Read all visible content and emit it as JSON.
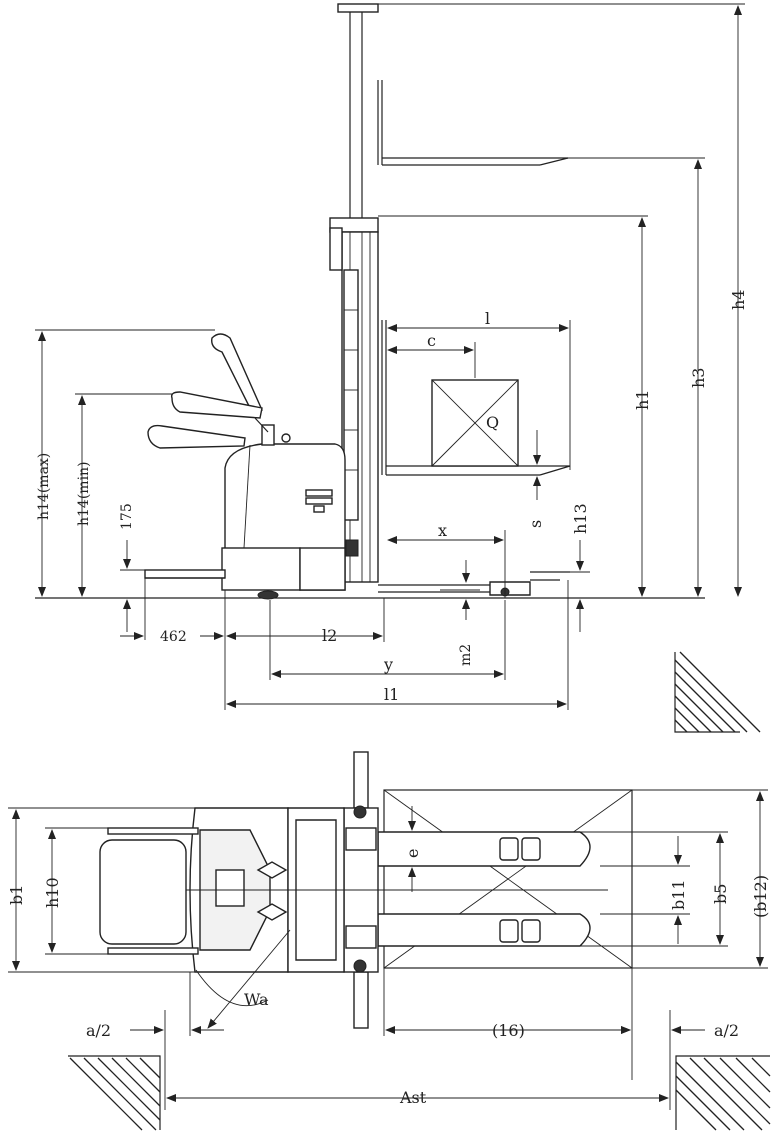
{
  "side_view": {
    "labels": {
      "h4": "h4",
      "h3": "h3",
      "h1": "h1",
      "l": "l",
      "c": "c",
      "Q": "Q",
      "s": "s",
      "x": "x",
      "h13": "h13",
      "h14_max": "h14(max)",
      "h14_min": "h14(min)",
      "dim_175": "175",
      "dim_462": "462",
      "l2": "l2",
      "y": "y",
      "m2": "m2",
      "l1": "l1"
    }
  },
  "top_view": {
    "labels": {
      "b1": "b1",
      "h10": "h10",
      "e": "e",
      "b11": "b11",
      "b5": "b5",
      "b12": "(b12)",
      "Wa": "Wa",
      "a2_left": "a/2",
      "a2_right": "a/2",
      "dim_16": "(16)",
      "Ast": "Ast"
    }
  }
}
